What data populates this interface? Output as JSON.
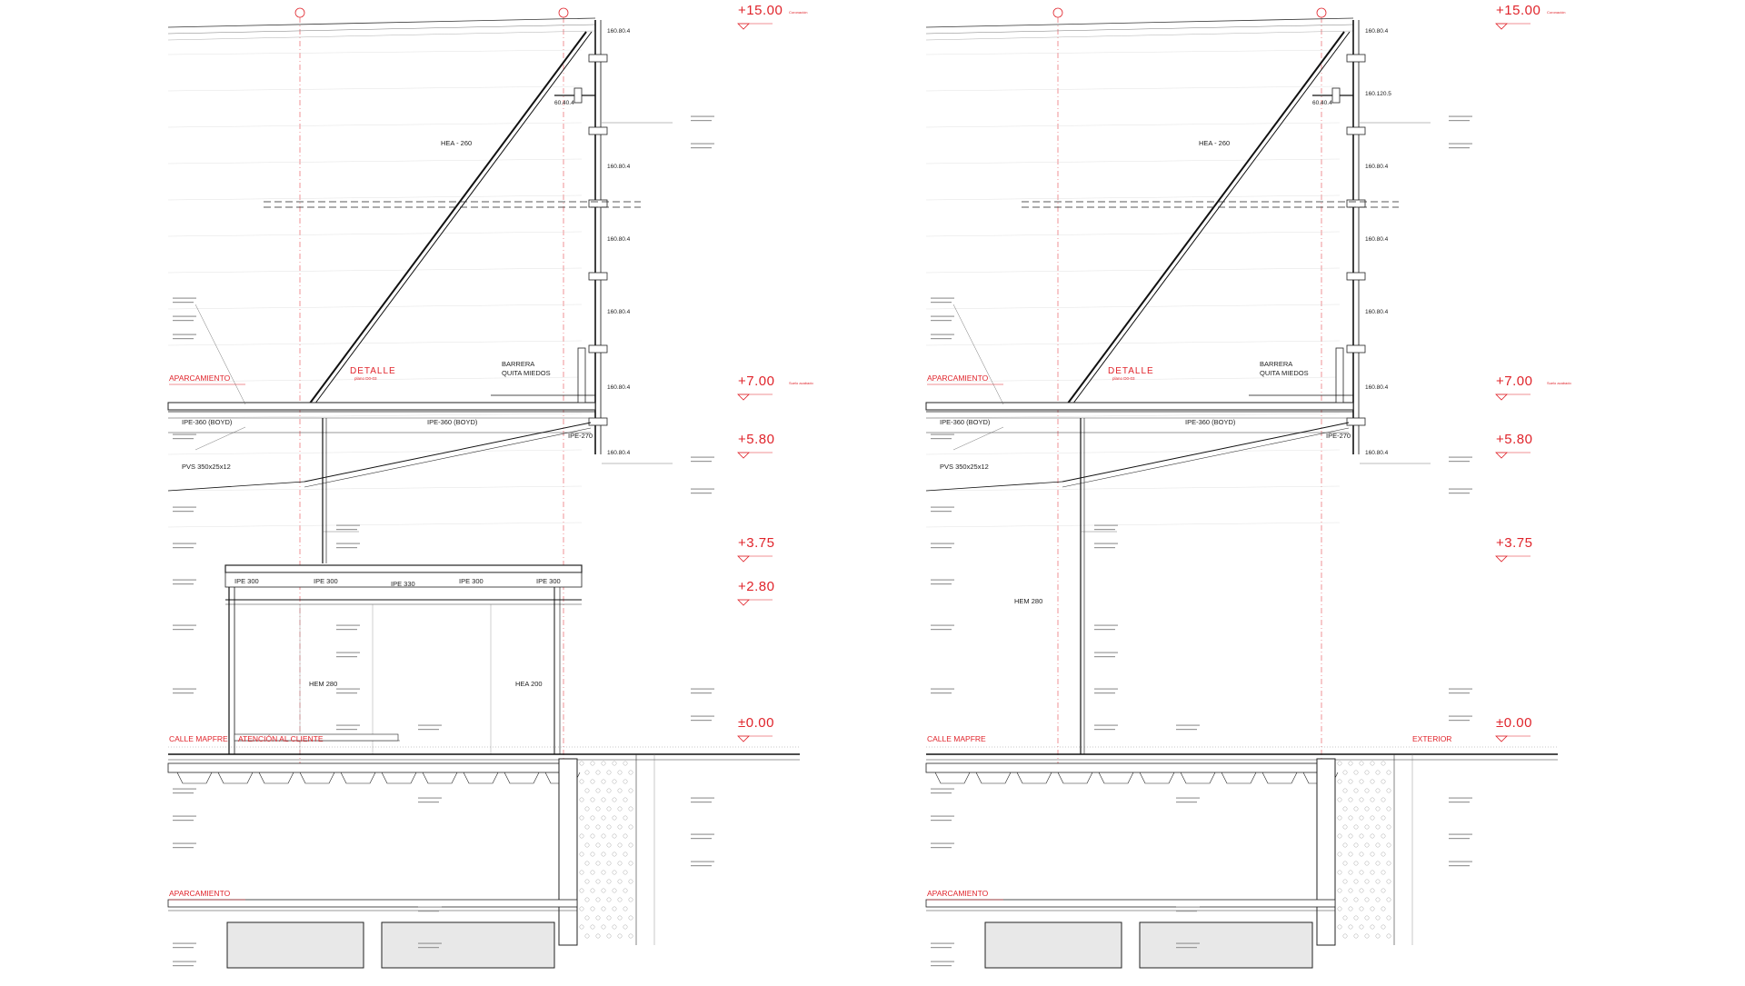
{
  "sections": [
    {
      "levels": [
        {
          "label": "+15.00",
          "sub": "Coronación"
        },
        {
          "label": "+7.00",
          "sub": "Suelo acabado"
        },
        {
          "label": "+5.80",
          "sub": ""
        },
        {
          "label": "+3.75",
          "sub": ""
        },
        {
          "label": "+2.80",
          "sub": ""
        },
        {
          "label": "±0.00",
          "sub": ""
        }
      ],
      "zones": {
        "top_park": "APARCAMIENTO",
        "street": "CALLE MAPFRE",
        "interior": "ATENCIÓN AL CLIENTE",
        "bottom_park": "APARCAMIENTO"
      },
      "detail": {
        "title": "DETALLE",
        "sub": "plano D0-03"
      },
      "labels": {
        "hea260": "HEA - 260",
        "barrera": "BARRERA",
        "quita": "QUITA MIEDOS",
        "ipe360a": "IPE-360 (BOYD)",
        "ipe360b": "IPE-360 (BOYD)",
        "pvs": "PVS 350x25x12",
        "ipe270": "IPE-270",
        "ipe300a": "IPE 300",
        "ipe300b": "IPE 300",
        "ipe330": "IPE 330",
        "ipe300c": "IPE 300",
        "ipe300d": "IPE 300",
        "hem": "HEM 280",
        "hea200": "HEA 200"
      },
      "dims": [
        "160.80.4",
        "60.40.4",
        "160.80.4",
        "160.80.4",
        "160.80.4",
        "160.80.4",
        "160.80.4"
      ]
    },
    {
      "levels": [
        {
          "label": "+15.00",
          "sub": "Coronación"
        },
        {
          "label": "+7.00",
          "sub": "Suelo acabado"
        },
        {
          "label": "+5.80",
          "sub": ""
        },
        {
          "label": "+3.75",
          "sub": ""
        },
        {
          "label": "±0.00",
          "sub": ""
        }
      ],
      "zones": {
        "top_park": "APARCAMIENTO",
        "street": "CALLE MAPFRE",
        "interior": "EXTERIOR",
        "bottom_park": "APARCAMIENTO"
      },
      "detail": {
        "title": "DETALLE",
        "sub": "plano D0-03"
      },
      "labels": {
        "hea260": "HEA - 260",
        "barrera": "BARRERA",
        "quita": "QUITA MIEDOS",
        "ipe360a": "IPE-360 (BOYD)",
        "ipe360b": "IPE-360 (BOYD)",
        "pvs": "PVS 350x25x12",
        "ipe270": "IPE-270",
        "hem": "HEM 280"
      },
      "dims": [
        "160.80.4",
        "60.40.4",
        "160.120.5",
        "160.80.4",
        "160.80.4",
        "160.80.4",
        "160.80.4",
        "160.80.4"
      ]
    }
  ]
}
